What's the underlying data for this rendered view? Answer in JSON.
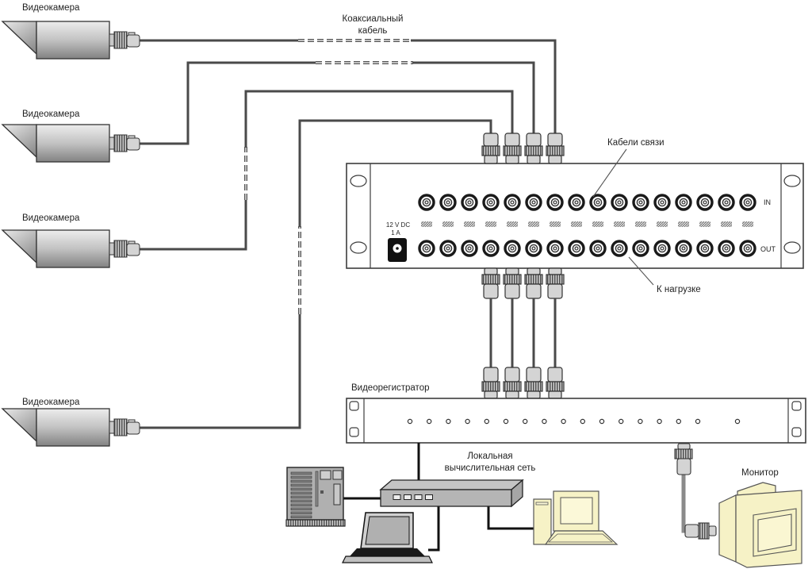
{
  "labels": {
    "camera": "Видеокамера",
    "coax_cable": [
      "Коаксиальный",
      "кабель"
    ],
    "link_cables": "Кабели связи",
    "to_load": "К нагрузке",
    "power": [
      "12 V DC",
      "1 A"
    ],
    "port_in": "IN",
    "port_out": "OUT",
    "recorder": "Видеорегистратор",
    "lan": [
      "Локальная",
      "вычислительная сеть"
    ],
    "monitor": "Монитор"
  },
  "counts": {
    "cameras": 4,
    "distributor_in_ports": 16,
    "distributor_out_ports": 16,
    "dip_marks": 16,
    "patch_cables": 4,
    "recorder_indicators": 17
  },
  "colors": {
    "background": "#ffffff",
    "cable": "#4a4a4a",
    "network_cable": "#111111",
    "device_stroke": "#3d3d3d",
    "metal_gray": "#b0b0b0",
    "cream": "#f6f2c6",
    "connector_fill": "#d4d4d4"
  }
}
